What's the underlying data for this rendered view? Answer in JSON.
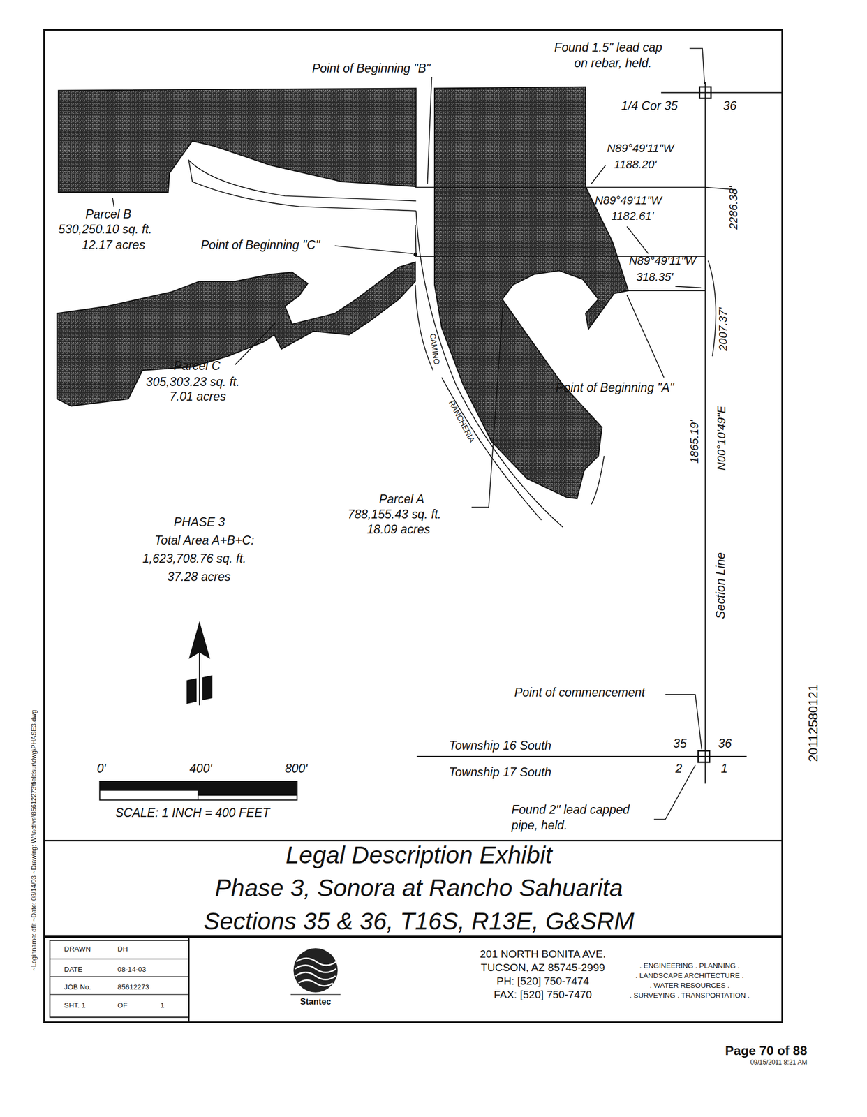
{
  "diagram": {
    "title": "Legal Description Exhibit",
    "labels": [
      "Found 1.5\" lead cap",
      "on rebar, held.",
      "Point of Beginning \"B\"",
      "1/4 Cor 35",
      "36",
      "N89°49'11\"W",
      "1188.20'",
      "2286.38'",
      "Parcel B",
      "530,250.10 sq. ft.",
      "12.17 acres",
      "Point of Beginning \"C\"",
      "N89°49'11\"W",
      "1182.61'",
      "N89°49'11\"W",
      "318.35'",
      "2007.37'",
      "Parcel C",
      "305,303.23 sq. ft.",
      "7.01 acres",
      "CAMINO",
      "RANCHERIA",
      "Point of Beginning \"A\"",
      "1865.19'",
      "N00°10'49\"E",
      "Parcel A",
      "788,155.43 sq. ft.",
      "18.09 acres",
      "PHASE 3",
      "Total Area A+B+C:",
      "1,623,708.76 sq. ft.",
      "37.28 acres",
      "Section Line",
      "Point of commencement",
      "35",
      "36",
      "Township 16 South",
      "Township 17 South",
      "2",
      "1",
      "Found 2\" lead capped",
      "pipe, held.",
      "0'",
      "400'",
      "800'",
      "SCALE: 1 INCH = 400 FEET",
      "Phase 3, Sonora at Rancho Sahuarita",
      "Sections 35 & 36, T16S, R13E, G&SRM",
      "DRAWN",
      "DH",
      "DATE",
      "08-14-03",
      "JOB No.",
      "85612273",
      "SHT. 1",
      "OF",
      "1",
      "Stantec",
      "201 NORTH BONITA AVE.",
      "TUCSON, AZ 85745-2999",
      "PH: [520] 750-7474",
      "FAX: [520] 750-7470",
      ". ENGINEERING . PLANNING .",
      ". LANDSCAPE ARCHITECTURE .",
      ". WATER RESOURCES .",
      ". SURVEYING . TRANSPORTATION .",
      "~Loginname: dfit ~Date: 08/14/03 ~Drawing: W:\\active\\85612273\\fieldsur\\dwg\\PHASE3.dwg",
      "20112580121",
      "Page 70 of 88",
      "09/15/2011 8:21 AM"
    ]
  }
}
